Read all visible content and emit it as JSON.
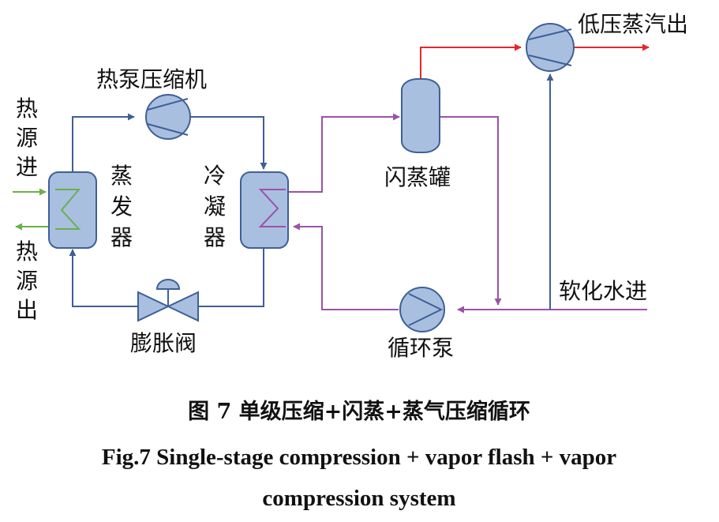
{
  "colors": {
    "equipment_fill": "#a9bfe0",
    "equipment_stroke": "#3f5f97",
    "heat_pump_loop": "#3f5f97",
    "water_loop": "#9c52a8",
    "steam_out": "#e8262c",
    "heat_source": "#6ab04c"
  },
  "labels": {
    "heat_source_in": "热源进",
    "heat_source_out": "热源出",
    "heat_pump_compressor": "热泵压缩机",
    "evaporator": "蒸发器",
    "condenser": "冷凝器",
    "expansion_valve": "膨胀阀",
    "flash_tank": "闪蒸罐",
    "low_pressure_steam_out": "低压蒸汽出",
    "soft_water_in": "软化水进",
    "circulation_pump": "循环泵"
  },
  "caption": {
    "chinese": "图 7 单级压缩+闪蒸+蒸气压缩循环",
    "english_line1": "Fig.7 Single-stage compression + vapor flash + vapor",
    "english_line2": "compression system"
  }
}
